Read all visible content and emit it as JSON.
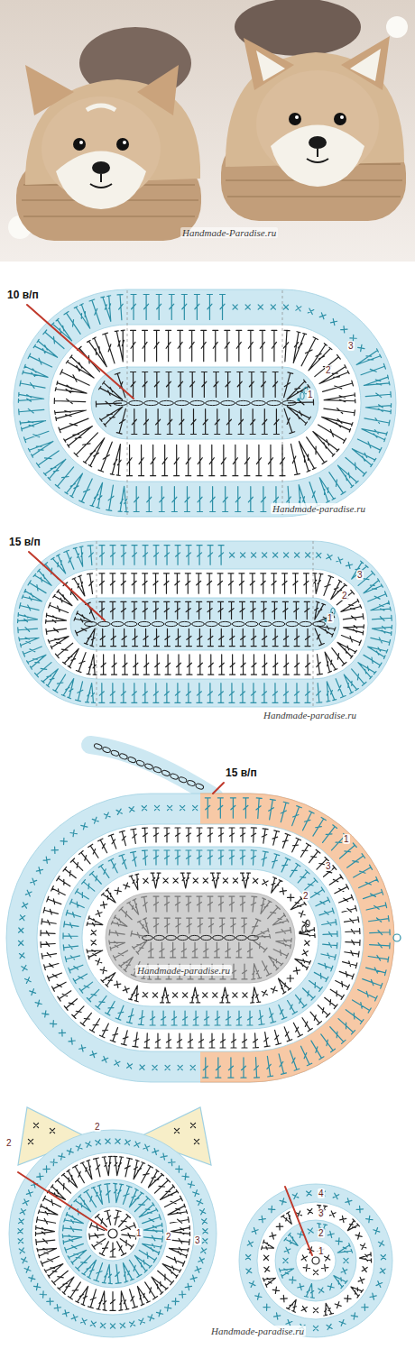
{
  "diagram": {
    "labels": [
      "Handmade-Paradise.ru",
      "10 в/п",
      "1",
      "2",
      "3",
      "Handmade-paradise.ru",
      "15 в/п",
      "1",
      "2",
      "3",
      "Handmade-paradise.ru",
      "15 в/п",
      "1",
      "3",
      "2",
      "Handmade-paradise.ru",
      "2",
      "2",
      "1",
      "2",
      "3",
      "4",
      "3",
      "2",
      "1",
      "Handmade-paradise.ru"
    ]
  }
}
